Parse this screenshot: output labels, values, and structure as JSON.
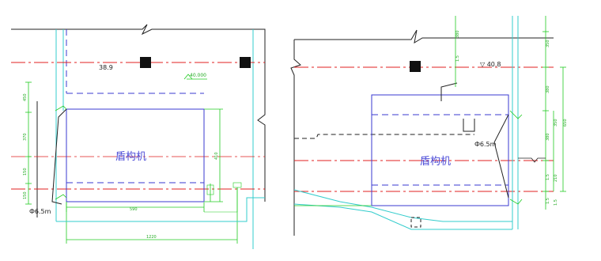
{
  "colors": {
    "outline": "#222222",
    "axis_red": "#e02020",
    "shield_blue": "#3a3ad0",
    "dimension_green": "#22cc22",
    "cyan": "#33cccc",
    "label_blue": "#4d4dd8"
  },
  "left_view": {
    "elevation_label": "38.9",
    "level_label": "40.000",
    "machine_label": "盾构机",
    "corner_label": "Ф6.5m",
    "dim_width": "590",
    "dim_bottom": "1220",
    "dims_left_vertical": [
      "450",
      "370",
      "150",
      "150"
    ],
    "dim_right_vertical": "410"
  },
  "right_view": {
    "elevation_label": "▽ 40.8",
    "machine_label": "盾构机",
    "corner_label": "Ф6.5m",
    "dims_right_vertical": [
      "1.5",
      "380",
      "350",
      "1.5",
      "380",
      "380",
      "1.5"
    ],
    "dims_far_right": [
      "1.5",
      "210",
      "350",
      "650"
    ]
  }
}
